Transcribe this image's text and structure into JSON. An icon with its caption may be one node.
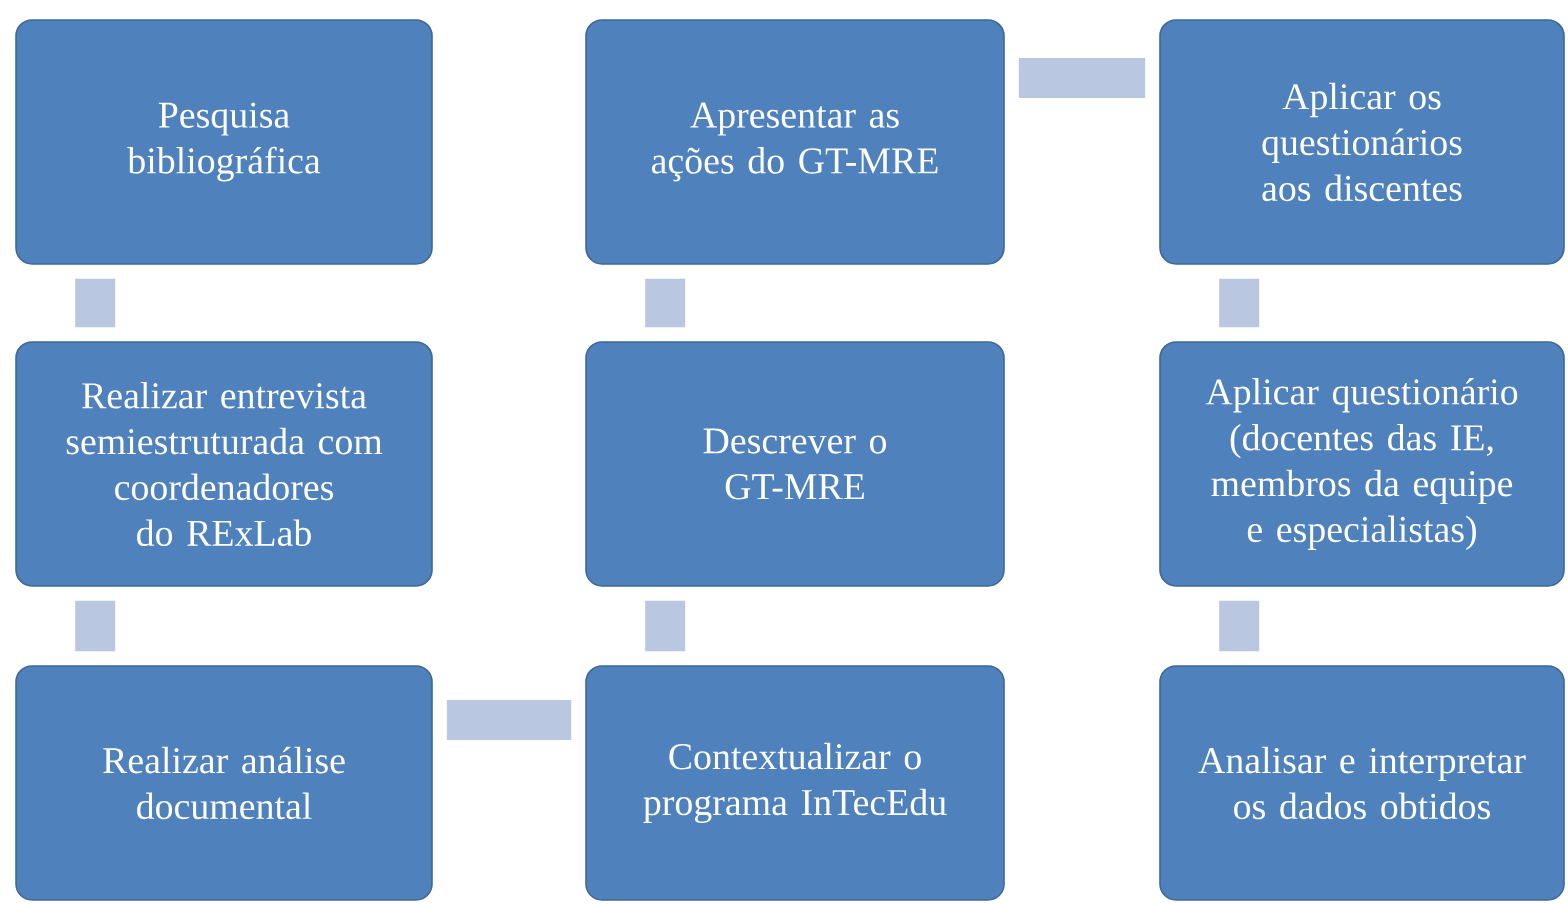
{
  "diagram": {
    "nodes": [
      {
        "text": [
          "Pesquisa bibliográfica"
        ]
      },
      {
        "text": [
          "Realizar entrevista semiestruturada com coordenadores do RExLab"
        ]
      },
      {
        "text": [
          "Realizar análise documental"
        ]
      },
      {
        "text": [
          "Contextualizar o programa InTecEdu"
        ]
      },
      {
        "text": [
          "Descrever o GT-MRE"
        ]
      },
      {
        "text": [
          "Apresentar as ações do GT-MRE"
        ]
      },
      {
        "text": [
          "Aplicar os questionários aos discentes"
        ]
      },
      {
        "text": [
          "Aplicar questionário (docentes das IE, membros da equipe e especialistas)"
        ]
      },
      {
        "text": [
          "Analisar e interpretar os dados obtidos"
        ]
      }
    ],
    "edges": [
      {
        "from": 0,
        "to": 1,
        "arrow": "none"
      },
      {
        "from": 1,
        "to": 2,
        "arrow": "none"
      },
      {
        "from": 2,
        "to": 3,
        "arrow": "none"
      },
      {
        "from": 3,
        "to": 4,
        "arrow": "none"
      },
      {
        "from": 4,
        "to": 5,
        "arrow": "none"
      },
      {
        "from": 5,
        "to": 6,
        "arrow": "none"
      },
      {
        "from": 6,
        "to": 7,
        "arrow": "none"
      },
      {
        "from": 7,
        "to": 8,
        "arrow": "none"
      }
    ]
  }
}
